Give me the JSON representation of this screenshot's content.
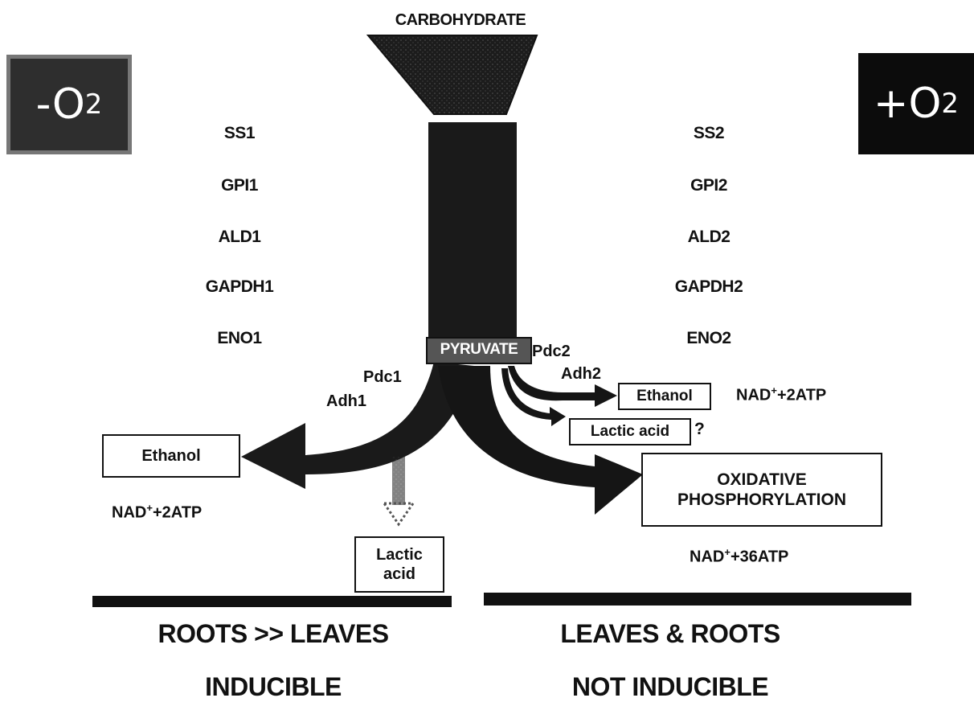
{
  "top_label": "CARBOHYDRATE",
  "conditions": {
    "anaerobic": "-O",
    "aerobic": "+O",
    "subscript": "2"
  },
  "enzymes_left": [
    "SS1",
    "GPI1",
    "ALD1",
    "GAPDH1",
    "ENO1"
  ],
  "enzymes_right": [
    "SS2",
    "GPI2",
    "ALD2",
    "GAPDH2",
    "ENO2"
  ],
  "pyruvate": "PYRUVATE",
  "left_branch": {
    "enzyme_a": "Pdc1",
    "enzyme_b": "Adh1",
    "product_ethanol": "Ethanol",
    "energy_prefix": "NAD",
    "energy_sup": "+",
    "energy_suffix": "+2ATP",
    "product_lactic": "Lactic acid"
  },
  "right_branch": {
    "enzyme_a": "Pdc2",
    "enzyme_b": "Adh2",
    "product_ethanol": "Ethanol",
    "energy_prefix": "NAD",
    "energy_sup": "+",
    "energy_suffix": "+2ATP",
    "product_lactic": "Lactic acid",
    "lactic_question": "?",
    "oxphos_line1": "OXIDATIVE",
    "oxphos_line2": "PHOSPHORYLATION",
    "oxphos_energy_prefix": "NAD",
    "oxphos_energy_sup": "+",
    "oxphos_energy_suffix": "+36ATP"
  },
  "footer_left": {
    "line1": "ROOTS >> LEAVES",
    "line2": "INDUCIBLE"
  },
  "footer_right": {
    "line1": "LEAVES & ROOTS",
    "line2": "NOT INDUCIBLE"
  },
  "colors": {
    "ink": "#111111",
    "background": "#ffffff",
    "anaerobic_box": "#2e2e2e",
    "aerobic_box": "#0c0c0c"
  }
}
